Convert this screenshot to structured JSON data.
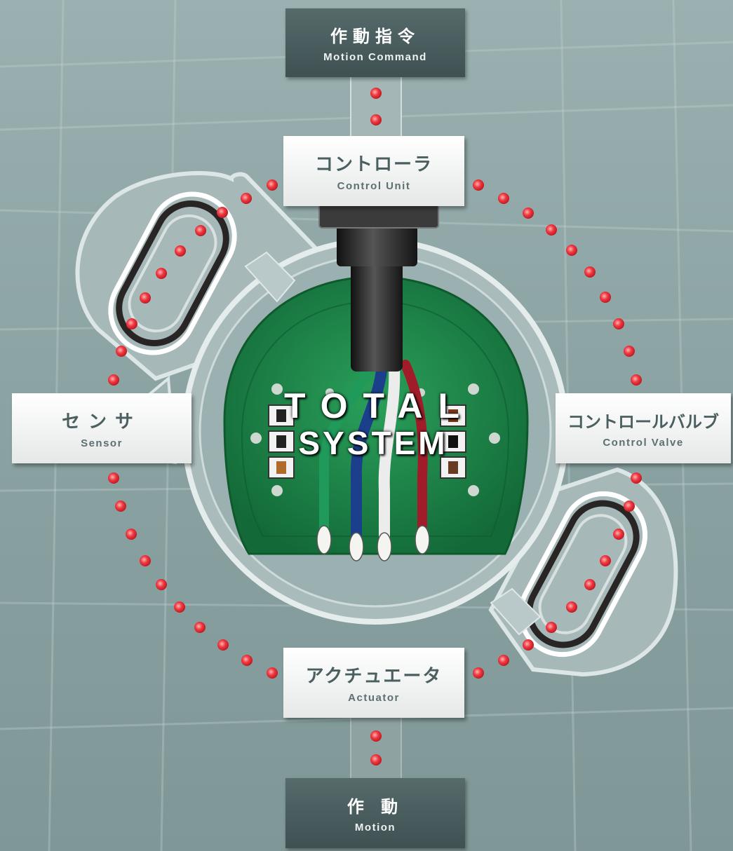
{
  "diagram": {
    "center_title": {
      "line1": "TOTAL",
      "line2": "SYSTEM"
    },
    "nodes": {
      "motion_command": {
        "jp": "作動指令",
        "en": "Motion Command"
      },
      "control_unit": {
        "jp": "コントローラ",
        "en": "Control Unit"
      },
      "sensor": {
        "jp": "センサ",
        "en": "Sensor"
      },
      "control_valve": {
        "jp": "コントロールバルブ",
        "en": "Control Valve"
      },
      "actuator": {
        "jp": "アクチュエータ",
        "en": "Actuator"
      },
      "motion": {
        "jp": "作 動",
        "en": "Motion"
      }
    },
    "colors": {
      "background": "#8fa5a5",
      "dark_box": "#4a5d5e",
      "light_box": "#f4f5f5",
      "box_text": "#4b5f60",
      "dot": "#e8323a",
      "board": "#1f8a4c",
      "wire_green": "#1f9a5a",
      "wire_blue": "#1c3f8c",
      "wire_white": "#e8e8e8",
      "wire_red": "#a01c2a"
    }
  }
}
